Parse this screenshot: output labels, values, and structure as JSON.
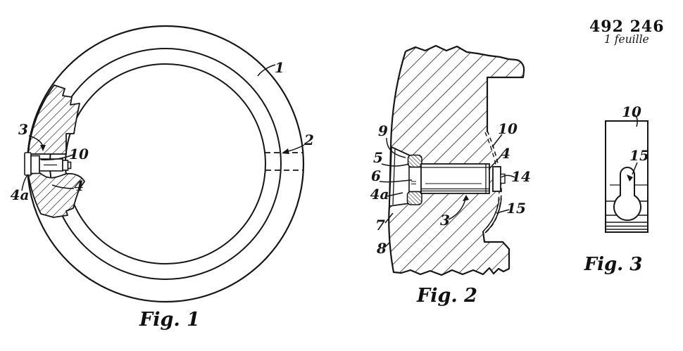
{
  "header": {
    "patent_number": "492 246",
    "sheet_note": "1 feuille"
  },
  "fig1": {
    "caption": "Fig. 1",
    "labels": {
      "n1": "1",
      "n2": "2",
      "n3": "3",
      "n4": "4",
      "n4a": "4a",
      "n10": "10"
    }
  },
  "fig2": {
    "caption": "Fig. 2",
    "labels": {
      "n3": "3",
      "n4": "4",
      "n4a": "4a",
      "n5": "5",
      "n6": "6",
      "n7": "7",
      "n8": "8",
      "n9": "9",
      "n10": "10",
      "n14": "14",
      "n15": "15"
    }
  },
  "fig3": {
    "caption": "Fig. 3",
    "labels": {
      "n10": "10",
      "n15": "15"
    }
  }
}
